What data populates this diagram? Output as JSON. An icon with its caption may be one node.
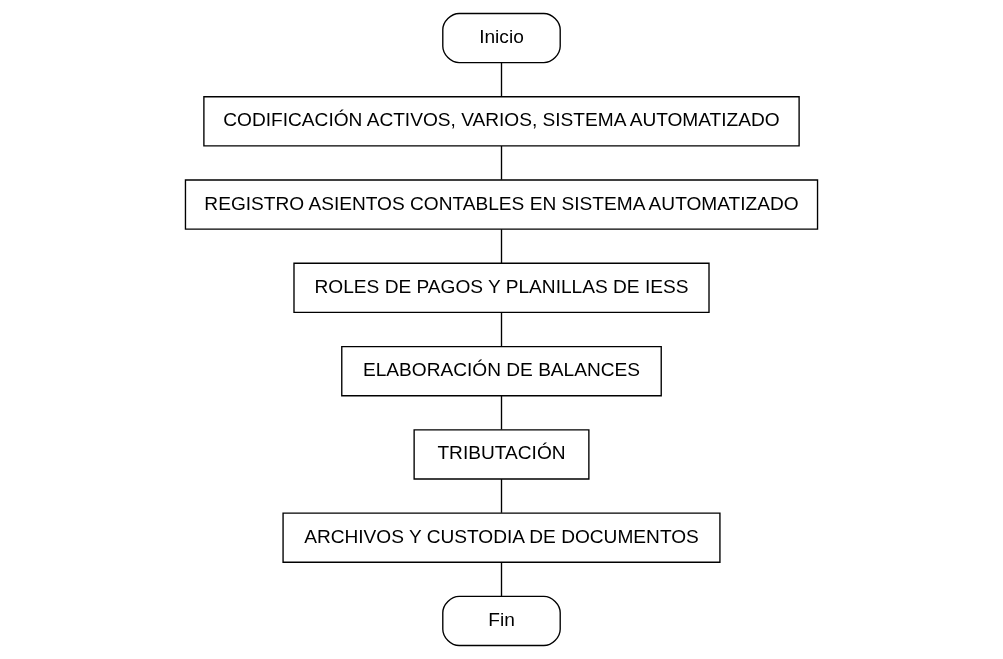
{
  "diagram": {
    "nodes": [
      {
        "text": [
          "Inicio"
        ]
      },
      {
        "text": [
          "CODIFICACIÓN ACTIVOS, VARIOS, SISTEMA AUTOMATIZADO"
        ]
      },
      {
        "text": [
          "REGISTRO ASIENTOS CONTABLES EN SISTEMA AUTOMATIZADO"
        ]
      },
      {
        "text": [
          "ROLES DE PAGOS Y PLANILLAS DE IESS"
        ]
      },
      {
        "text": [
          "ELABORACIÓN DE BALANCES"
        ]
      },
      {
        "text": [
          "TRIBUTACIÓN"
        ]
      },
      {
        "text": [
          "ARCHIVOS Y CUSTODIA DE DOCUMENTOS"
        ]
      },
      {
        "text": [
          "Fin"
        ]
      }
    ],
    "edges": [
      {
        "from": 0,
        "to": 1,
        "arrow": "none"
      },
      {
        "from": 1,
        "to": 2,
        "arrow": "none"
      },
      {
        "from": 2,
        "to": 3,
        "arrow": "none"
      },
      {
        "from": 3,
        "to": 4,
        "arrow": "none"
      },
      {
        "from": 4,
        "to": 5,
        "arrow": "none"
      },
      {
        "from": 5,
        "to": 6,
        "arrow": "none"
      },
      {
        "from": 6,
        "to": 7,
        "arrow": "none"
      }
    ]
  }
}
